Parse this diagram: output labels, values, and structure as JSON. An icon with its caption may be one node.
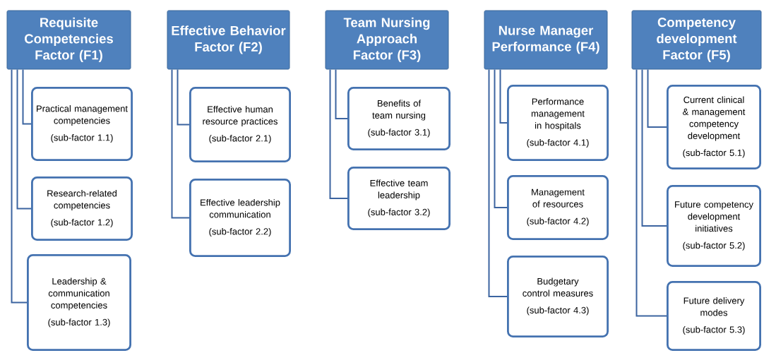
{
  "diagram": {
    "nodes": [
      {
        "text": [
          "Requisite Competencies Factor (F1)"
        ]
      },
      {
        "text": [
          "Practical management competencies",
          "(sub-factor 1.1)"
        ]
      },
      {
        "text": [
          "Research-related competencies",
          "(sub-factor 1.2)"
        ]
      },
      {
        "text": [
          "Leadership & communication competencies",
          "(sub-factor 1.3)"
        ]
      },
      {
        "text": [
          "Effective Behavior Factor (F2)"
        ]
      },
      {
        "text": [
          "Effective human resource practices",
          "(sub-factor 2.1)"
        ]
      },
      {
        "text": [
          "Effective leadership communication",
          "(sub-factor 2.2)"
        ]
      },
      {
        "text": [
          "Team Nursing Approach Factor (F3)"
        ]
      },
      {
        "text": [
          "Benefits of team nursing",
          "(sub-factor 3.1)"
        ]
      },
      {
        "text": [
          "Effective team leadership",
          "(sub-factor 3.2)"
        ]
      },
      {
        "text": [
          "Nurse Manager Performance (F4)"
        ]
      },
      {
        "text": [
          "Performance management in hospitals",
          "(sub-factor 4.1)"
        ]
      },
      {
        "text": [
          "Management of resources",
          "(sub-factor 4.2)"
        ]
      },
      {
        "text": [
          "Budgetary control measures",
          "(sub-factor 4.3)"
        ]
      },
      {
        "text": [
          "Competency development Factor (F5)"
        ]
      },
      {
        "text": [
          "Current clinical & management competency development",
          "(sub-factor 5.1)"
        ]
      },
      {
        "text": [
          "Future competency development initiatives",
          "(sub-factor 5.2)"
        ]
      },
      {
        "text": [
          "Future delivery modes",
          "(sub-factor 5.3)"
        ]
      }
    ],
    "edges": [
      {
        "from": 0,
        "to": 1,
        "arrow": "none"
      },
      {
        "from": 0,
        "to": 2,
        "arrow": "none"
      },
      {
        "from": 0,
        "to": 3,
        "arrow": "none"
      },
      {
        "from": 4,
        "to": 5,
        "arrow": "none"
      },
      {
        "from": 4,
        "to": 6,
        "arrow": "none"
      },
      {
        "from": 7,
        "to": 8,
        "arrow": "none"
      },
      {
        "from": 7,
        "to": 9,
        "arrow": "none"
      },
      {
        "from": 10,
        "to": 11,
        "arrow": "none"
      },
      {
        "from": 10,
        "to": 12,
        "arrow": "none"
      },
      {
        "from": 10,
        "to": 13,
        "arrow": "none"
      },
      {
        "from": 14,
        "to": 15,
        "arrow": "none"
      },
      {
        "from": 14,
        "to": 16,
        "arrow": "none"
      },
      {
        "from": 14,
        "to": 17,
        "arrow": "none"
      }
    ]
  }
}
